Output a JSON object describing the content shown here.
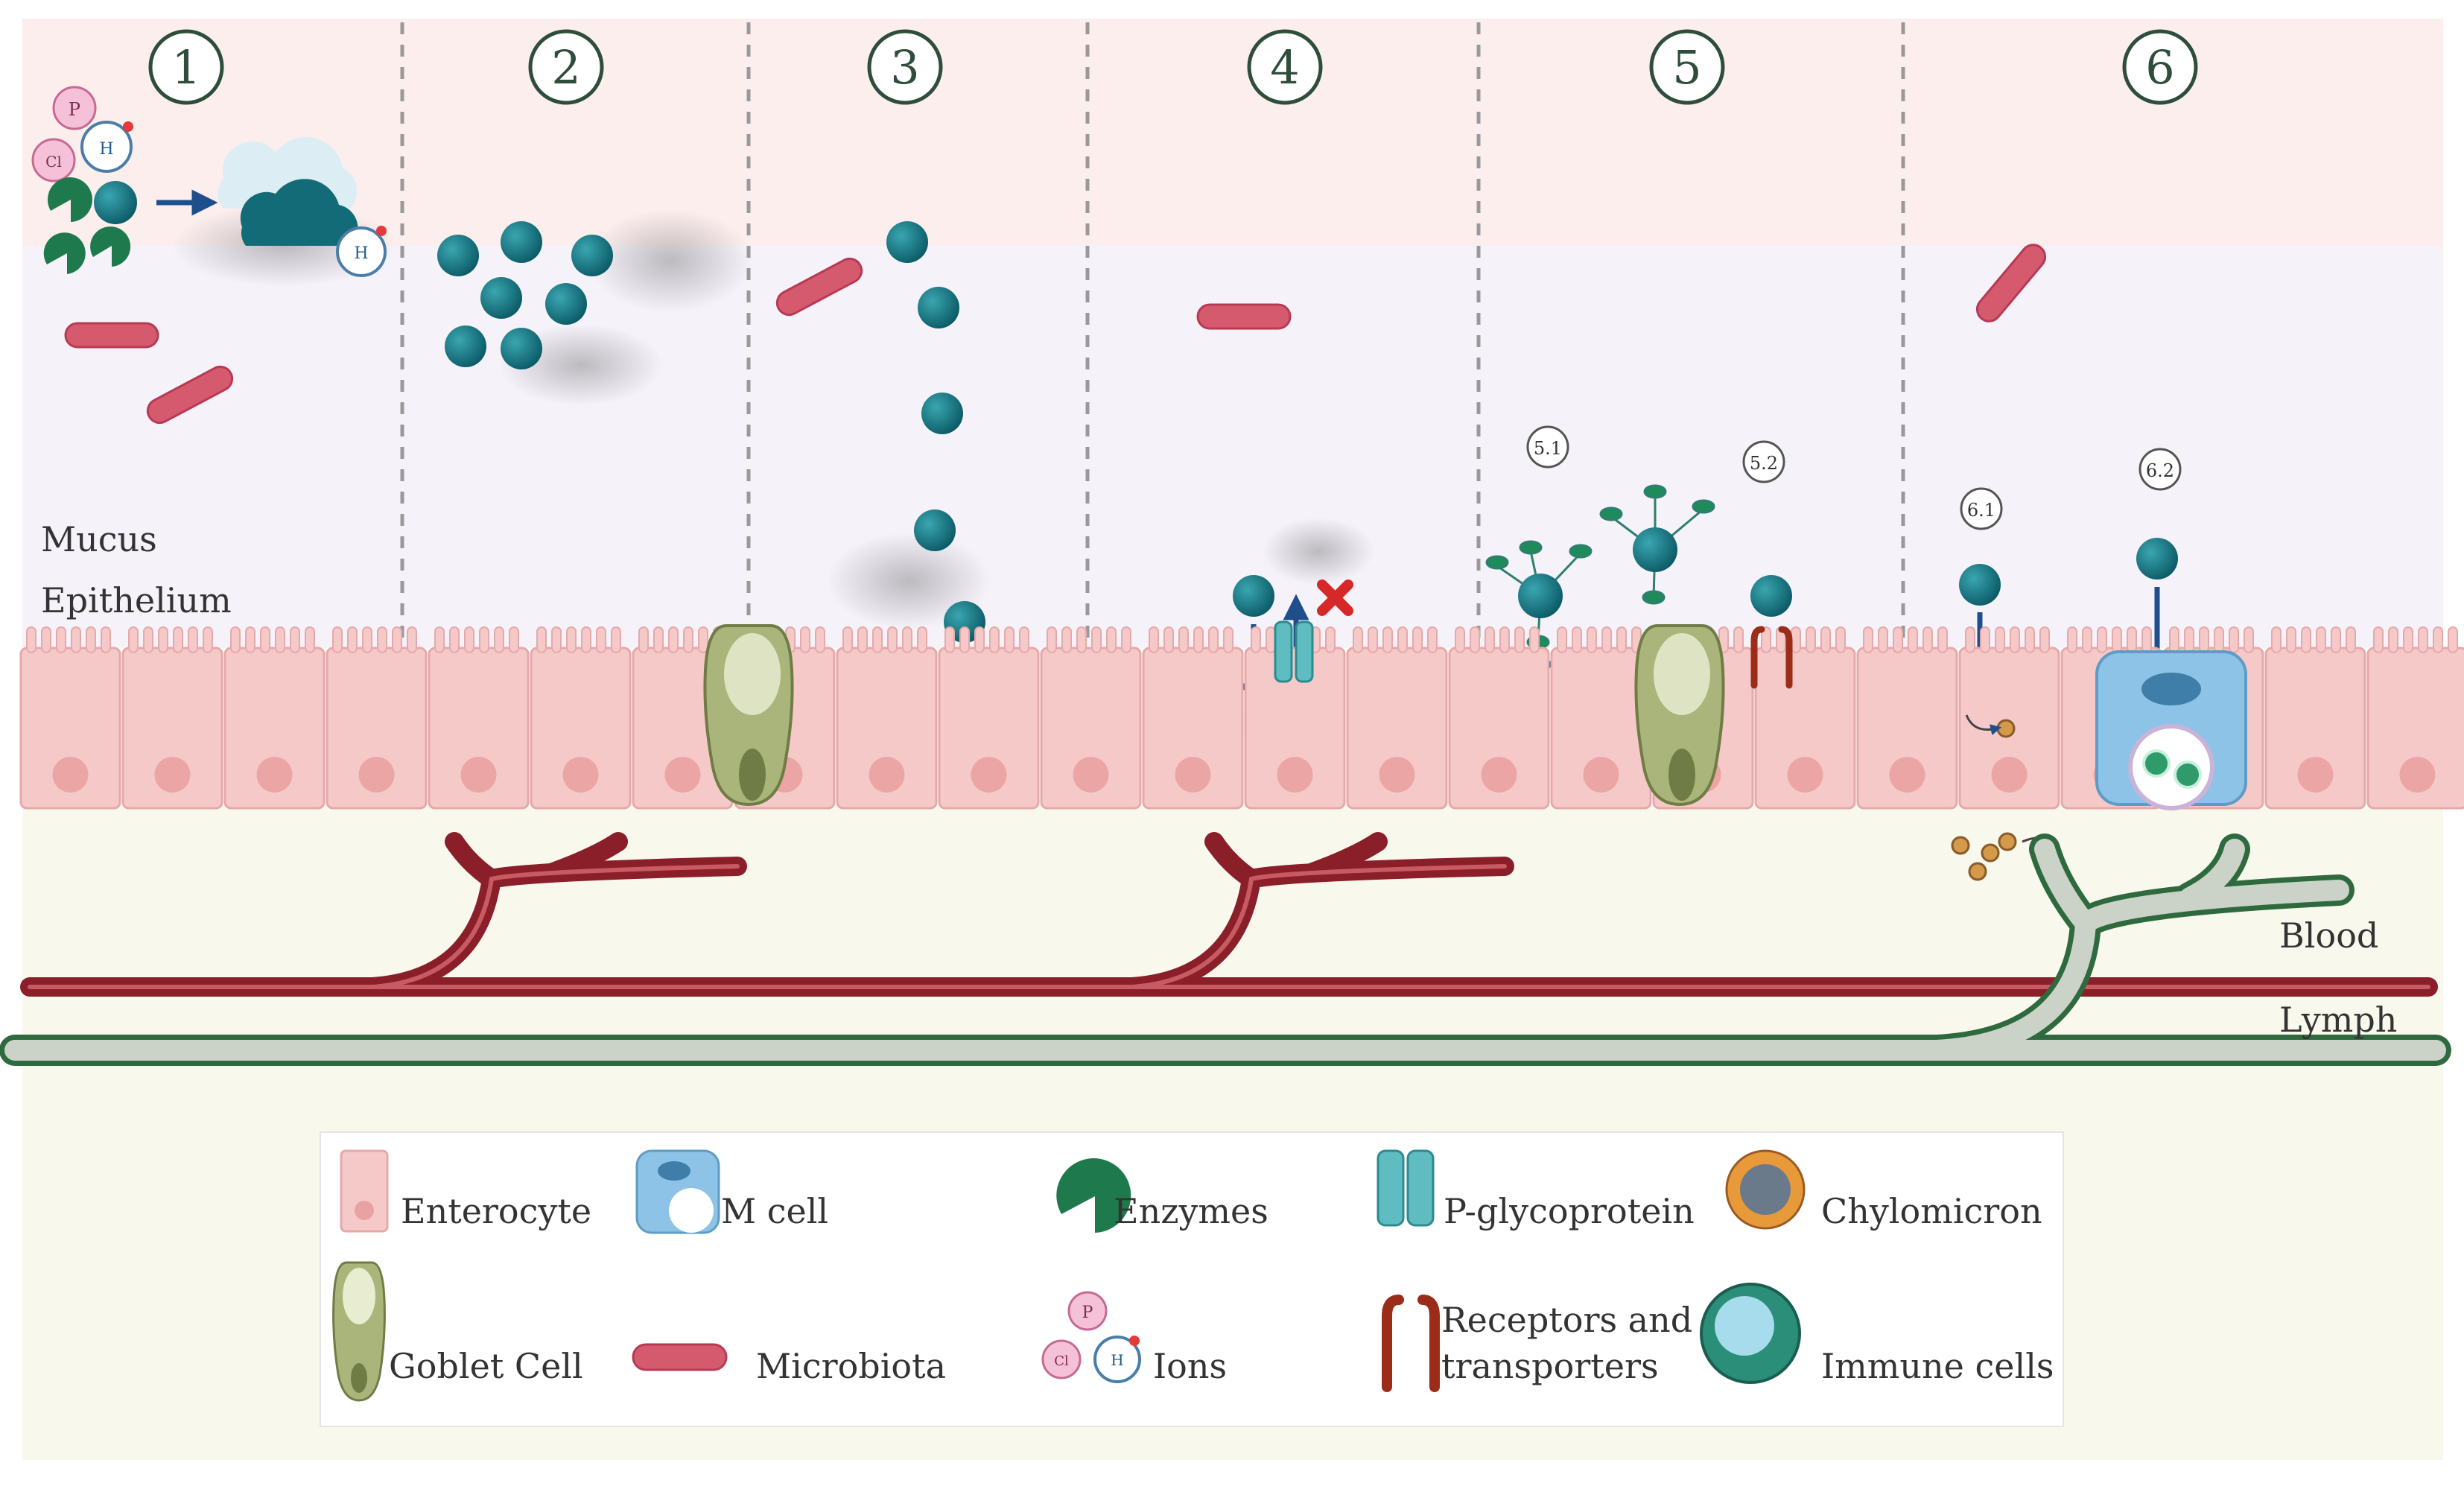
{
  "stages": [
    {
      "label": "1"
    },
    {
      "label": "2"
    },
    {
      "label": "3"
    },
    {
      "label": "4"
    },
    {
      "label": "5"
    },
    {
      "label": "6"
    }
  ],
  "sub_labels": {
    "s51": "5.1",
    "s52": "5.2",
    "s61": "6.1",
    "s62": "6.2"
  },
  "region_labels": {
    "mucus": "Mucus",
    "epithelium": "Epithelium",
    "blood": "Blood",
    "lymph": "Lymph"
  },
  "ion_letters": {
    "p": "P",
    "cl": "Cl",
    "h": "H"
  },
  "legend": {
    "enterocyte": "Enterocyte",
    "mcell": "M cell",
    "enzymes": "Enzymes",
    "pgp": "P-glycoprotein",
    "chylomicron": "Chylomicron",
    "goblet": "Goblet Cell",
    "microbiota": "Microbiota",
    "ions": "Ions",
    "receptors_line1": "Receptors and",
    "receptors_line2": "transporters",
    "immune": "Immune cells"
  },
  "colors": {
    "lumen_top": "#fdeeee",
    "mucus": "#f5f2fa",
    "enterocyte": "#f6c9c9",
    "submucosa": "#f8f9ec",
    "particle": "#0d6b78",
    "bacteria": "#d65a6e",
    "blood": "#8a1f2a",
    "lymph": "#2e6a3e",
    "goblet": "#a9b57a",
    "mcell": "#8cc3e6",
    "pgp": "#5fbcc0",
    "receptor": "#9b2d18",
    "arrow": "#1f4e8c"
  }
}
